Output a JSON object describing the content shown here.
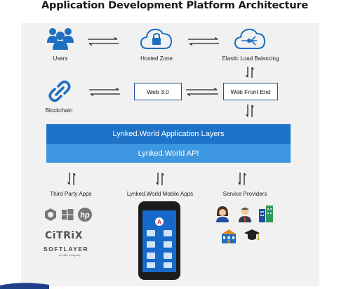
{
  "title": "Application Development Platform Architecture",
  "nodes": {
    "users": "Users",
    "hosted_zone": "Hosted Zone",
    "elastic_lb": "Elastic Load Balancing",
    "blockchain": "Blockchain",
    "web3": "Web 3.0",
    "web_front_end": "Web Front End"
  },
  "layers": {
    "application_layers": "Lynked.World Application Layers",
    "api": "Lynked.World API"
  },
  "bottom": {
    "third_party": "Third Party Apps",
    "mobile_apps": "Lynked.World Mobile Apps",
    "service_providers": "Service Providers"
  },
  "logos": {
    "citrix": "CiTRiX",
    "softlayer": "SOFTLAYER",
    "ibm_company": "an IBM Company"
  },
  "colors": {
    "accent_blue": "#1e73c8",
    "light_blue": "#3d96e0",
    "icon_blue": "#1f6fc1"
  }
}
